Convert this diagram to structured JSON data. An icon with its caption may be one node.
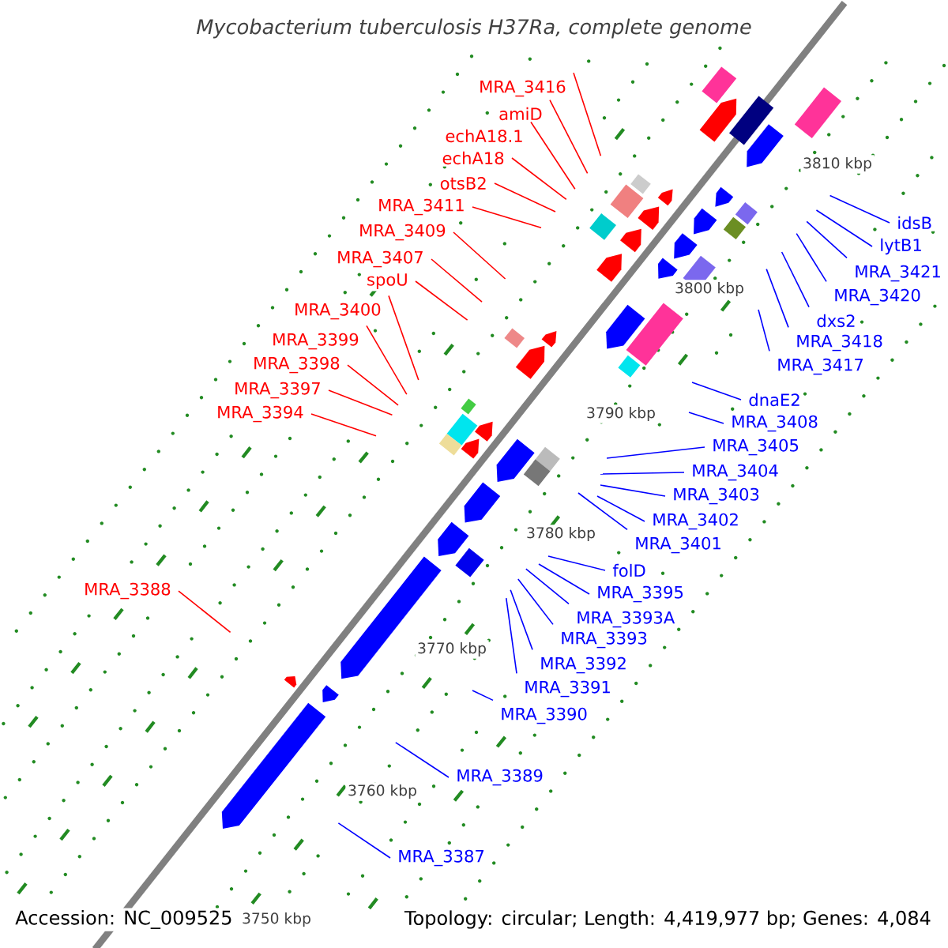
{
  "diagram": {
    "title": "Mycobacterium tuberculosis H37Ra, complete genome",
    "nodes": [
      {
        "text": [
          "MRA_3416"
        ]
      },
      {
        "text": [
          "amiD"
        ]
      },
      {
        "text": [
          "echA18.1"
        ]
      },
      {
        "text": [
          "echA18"
        ]
      },
      {
        "text": [
          "otsB2"
        ]
      },
      {
        "text": [
          "MRA_3411"
        ]
      },
      {
        "text": [
          "MRA_3409"
        ]
      },
      {
        "text": [
          "MRA_3407"
        ]
      },
      {
        "text": [
          "spoU"
        ]
      },
      {
        "text": [
          "MRA_3400"
        ]
      },
      {
        "text": [
          "MRA_3399"
        ]
      },
      {
        "text": [
          "MRA_3398"
        ]
      },
      {
        "text": [
          "MRA_3397"
        ]
      },
      {
        "text": [
          "MRA_3394"
        ]
      },
      {
        "text": [
          "MRA_3388"
        ]
      },
      {
        "text": [
          "idsB"
        ]
      },
      {
        "text": [
          "lytB1"
        ]
      },
      {
        "text": [
          "MRA_3421"
        ]
      },
      {
        "text": [
          "MRA_3420"
        ]
      },
      {
        "text": [
          "dxs2"
        ]
      },
      {
        "text": [
          "MRA_3418"
        ]
      },
      {
        "text": [
          "MRA_3417"
        ]
      },
      {
        "text": [
          "dnaE2"
        ]
      },
      {
        "text": [
          "MRA_3408"
        ]
      },
      {
        "text": [
          "MRA_3405"
        ]
      },
      {
        "text": [
          "MRA_3404"
        ]
      },
      {
        "text": [
          "MRA_3403"
        ]
      },
      {
        "text": [
          "MRA_3402"
        ]
      },
      {
        "text": [
          "MRA_3401"
        ]
      },
      {
        "text": [
          "folD"
        ]
      },
      {
        "text": [
          "MRA_3395"
        ]
      },
      {
        "text": [
          "MRA_3393A"
        ]
      },
      {
        "text": [
          "MRA_3393"
        ]
      },
      {
        "text": [
          "MRA_3392"
        ]
      },
      {
        "text": [
          "MRA_3391"
        ]
      },
      {
        "text": [
          "MRA_3390"
        ]
      },
      {
        "text": [
          "MRA_3389"
        ]
      },
      {
        "text": [
          "MRA_3387"
        ]
      }
    ],
    "edges": [
      {
        "from": 0,
        "to": null,
        "arrow": "none",
        "color": "#ff0000"
      },
      {
        "from": 1,
        "to": null,
        "arrow": "none",
        "color": "#ff0000"
      },
      {
        "from": 2,
        "to": null,
        "arrow": "none",
        "color": "#ff0000"
      },
      {
        "from": 3,
        "to": null,
        "arrow": "none",
        "color": "#ff0000"
      },
      {
        "from": 4,
        "to": null,
        "arrow": "none",
        "color": "#ff0000"
      },
      {
        "from": 5,
        "to": null,
        "arrow": "none",
        "color": "#ff0000"
      },
      {
        "from": 6,
        "to": null,
        "arrow": "none",
        "color": "#ff0000"
      },
      {
        "from": 7,
        "to": null,
        "arrow": "none",
        "color": "#ff0000"
      },
      {
        "from": 8,
        "to": null,
        "arrow": "none",
        "color": "#ff0000"
      },
      {
        "from": 9,
        "to": null,
        "arrow": "none",
        "color": "#ff0000"
      },
      {
        "from": 10,
        "to": null,
        "arrow": "none",
        "color": "#ff0000"
      },
      {
        "from": 11,
        "to": null,
        "arrow": "none",
        "color": "#ff0000"
      },
      {
        "from": 12,
        "to": null,
        "arrow": "none",
        "color": "#ff0000"
      },
      {
        "from": 13,
        "to": null,
        "arrow": "none",
        "color": "#ff0000"
      },
      {
        "from": 14,
        "to": null,
        "arrow": "none",
        "color": "#ff0000"
      },
      {
        "from": 15,
        "to": null,
        "arrow": "none"
      },
      {
        "from": 16,
        "to": null,
        "arrow": "none"
      },
      {
        "from": 17,
        "to": null,
        "arrow": "none"
      },
      {
        "from": 18,
        "to": null,
        "arrow": "none"
      },
      {
        "from": 19,
        "to": null,
        "arrow": "none"
      },
      {
        "from": 20,
        "to": null,
        "arrow": "none"
      },
      {
        "from": 21,
        "to": null,
        "arrow": "none"
      },
      {
        "from": 22,
        "to": null,
        "arrow": "none"
      },
      {
        "from": 23,
        "to": null,
        "arrow": "none"
      },
      {
        "from": 24,
        "to": null,
        "arrow": "none"
      },
      {
        "from": 25,
        "to": null,
        "arrow": "none"
      },
      {
        "from": 26,
        "to": null,
        "arrow": "none"
      },
      {
        "from": 27,
        "to": null,
        "arrow": "none"
      },
      {
        "from": 28,
        "to": null,
        "arrow": "none"
      },
      {
        "from": 29,
        "to": null,
        "arrow": "none"
      },
      {
        "from": 30,
        "to": null,
        "arrow": "none"
      },
      {
        "from": 31,
        "to": null,
        "arrow": "none"
      },
      {
        "from": 32,
        "to": null,
        "arrow": "none"
      },
      {
        "from": 33,
        "to": null,
        "arrow": "none"
      },
      {
        "from": 34,
        "to": null,
        "arrow": "none"
      },
      {
        "from": 35,
        "to": null,
        "arrow": "none"
      },
      {
        "from": 36,
        "to": null,
        "arrow": "none"
      },
      {
        "from": 37,
        "to": null,
        "arrow": "none"
      }
    ],
    "labels": [
      "3810 kbp",
      "3800 kbp",
      "3790 kbp",
      "3780 kbp",
      "3770 kbp",
      "3760 kbp",
      "3750 kbp",
      "Accession: NC_009525",
      "Topology: circular; Length: 4,419,977 bp; Genes: 4,084"
    ]
  }
}
